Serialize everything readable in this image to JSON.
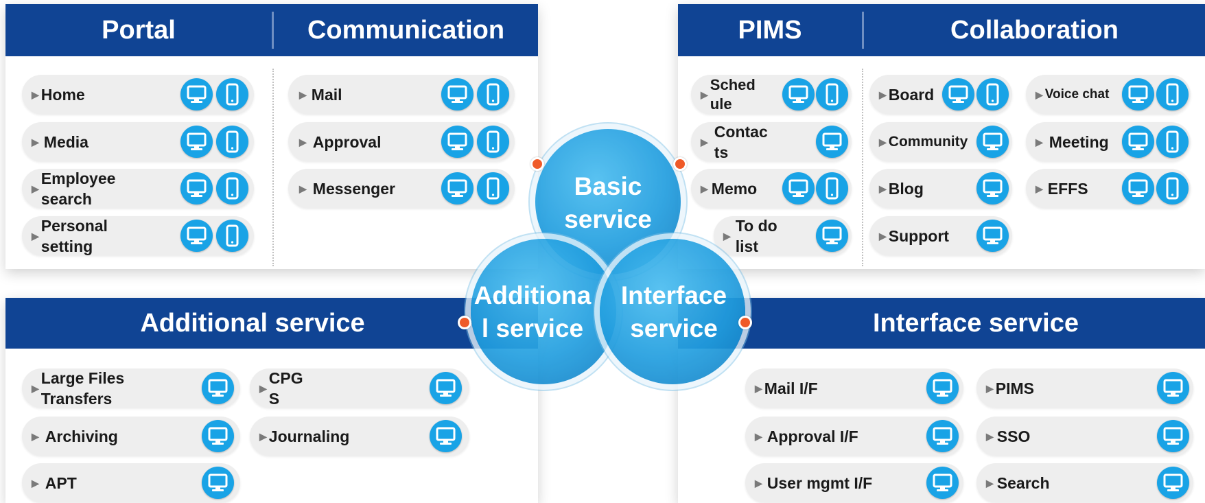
{
  "sections": {
    "portal": {
      "title": "Portal",
      "items": [
        "Home",
        "Media",
        "Employee search",
        "Personal setting"
      ]
    },
    "communication": {
      "title": "Communication",
      "items": [
        "Mail",
        "Approval",
        "Messenger"
      ]
    },
    "pims": {
      "title": "PIMS",
      "items": [
        "Schedule",
        "Contacts",
        "Memo",
        "To do list"
      ]
    },
    "collaboration": {
      "title": "Collaboration",
      "items": [
        "Board",
        "Community",
        "Blog",
        "Support",
        "Voice chat",
        "Meeting",
        "EFFS"
      ]
    },
    "additional": {
      "title": "Additional service",
      "items": [
        "Large Files Transfers",
        "Archiving",
        "APT",
        "CPGS",
        "Journaling"
      ]
    },
    "interface": {
      "title": "Interface service",
      "items": [
        "Mail I/F",
        "Approval I/F",
        "User mgmt I/F",
        "PIMS",
        "SSO",
        "Search"
      ]
    }
  },
  "venn": {
    "basic": "Basic service",
    "additional": "Additional service",
    "interface": "Interface service"
  },
  "icons": [
    "pc-icon",
    "mobile-icon"
  ],
  "colors": {
    "header": "#104494",
    "icon": "#19a3e6",
    "circle": "#229edf",
    "dot": "#ef5a28"
  }
}
